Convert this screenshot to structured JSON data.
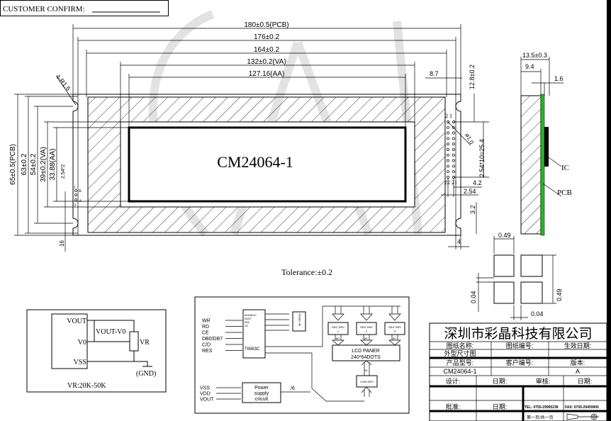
{
  "header": {
    "customer_confirm": "CUSTOMER CONFIRM:"
  },
  "front_view": {
    "model": "CM24064-1",
    "dims_top": [
      "180±0.5(PCB)",
      "176±0.2",
      "164±0.2",
      "132±0.2(VA)",
      "127.16(AA)"
    ],
    "dims_left": [
      "65±0.5(PCB)",
      "63±0.2",
      "54±0.2",
      "39±0.2(VA)",
      "33.88(AA)",
      "2.54*2",
      "16"
    ],
    "corner_radius": "4-R1.6",
    "led_pins": {
      "k": "K",
      "a": "A",
      "p1": "1",
      "p3": "3"
    },
    "dims_right": {
      "d87": "8.7",
      "d128": "12.8±0.2",
      "hole": "ø1.0",
      "pitch": "2.54*10=25.4",
      "d42": "4.2",
      "d254": "2.54",
      "d32": "3.2",
      "d4": "4",
      "pin_top": "2  1",
      "pin_bottom": "22 21"
    }
  },
  "side_view": {
    "thickness": "13.5±0.3",
    "d94": "9.4",
    "d16": "1.6",
    "ic": "IC",
    "pcb": "PCB",
    "pcb_color": "#22bb22"
  },
  "pixel_detail": {
    "size_top": "0.49",
    "gap_left": "0.04",
    "size_right": "0.49",
    "gap_bottom": "0.04"
  },
  "tolerance": "Tolerance:±0.2",
  "contrast_circuit": {
    "vout": "VOUT",
    "v0": "V0",
    "vss": "VSS",
    "vout_v0": "VOUT-V0",
    "vr": "VR",
    "gnd": "(GND)",
    "note": "VR:20K-50K"
  },
  "block_diagram": {
    "inputs": [
      "WR",
      "RD",
      "CE",
      "DB0/DB7",
      "C/D",
      "RES"
    ],
    "power_inputs": [
      "VSS",
      "VDD",
      "VOUT"
    ],
    "controller": "T6963C",
    "controller_pins": [
      "AD0/AD12",
      "D0/D7",
      "R/W",
      "CE"
    ],
    "sram": "8K SRAM",
    "seg_drivers": [
      {
        "label": "SEG DRV",
        "num": "1",
        "bus": "80"
      },
      {
        "label": "SEG DRV",
        "num": "2",
        "bus": "80"
      },
      {
        "label": "SEG DRV",
        "num": "3",
        "bus": "80"
      }
    ],
    "lcd_panel": [
      "LCD PANER",
      "240*64DOTS"
    ],
    "com_driver": "COM DRV",
    "com_bus": "64",
    "power_block": [
      "Power",
      "supply",
      "cricuit"
    ],
    "power_bus": "/6"
  },
  "title_block": {
    "company": "深圳市彩晶科技有限公司",
    "drawing_name_label": "图纸名称:",
    "drawing_no_label": "图纸编号:",
    "effective_date_label": "生效日期:",
    "drawing_name": "外型尺寸图",
    "product_model_label": "产品型号:",
    "customer_no_label": "客户编号:",
    "version_label": "版本:",
    "product_model": "CM24064-1",
    "version": "A",
    "design_label": "设计:",
    "date_label_1": "日期:",
    "review_label": "审核:",
    "date_label_2": "日期:",
    "approve_label": "批准:",
    "date_label_3": "日期:",
    "tel": "TEL: 0755-29995238",
    "fax": "FAX: 0755-29459900",
    "page": "第一页/共一页"
  }
}
